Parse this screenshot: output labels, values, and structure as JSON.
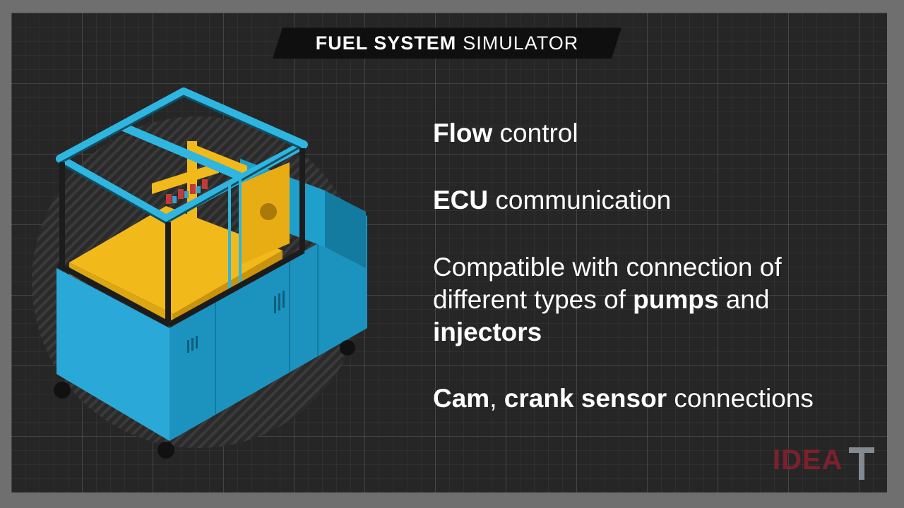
{
  "title": {
    "bold": "FUEL SYSTEM",
    "light": "SIMULATOR"
  },
  "features": [
    {
      "strong": "Flow",
      "text": " control"
    },
    {
      "strong": "ECU",
      "text": " communication"
    },
    {
      "pre": "Compatible with connection of different types of ",
      "strong": "pumps",
      "mid": " and ",
      "strong2": "injectors"
    },
    {
      "strong": "Cam",
      "sep": ", ",
      "strong2": "crank sensor",
      "text": " connections"
    }
  ],
  "logo": {
    "text": "IDEA"
  },
  "colors": {
    "frame": "#2fb6e0",
    "panel": "#1f9fcc",
    "yellow": "#f2b91a",
    "background": "#262626"
  }
}
